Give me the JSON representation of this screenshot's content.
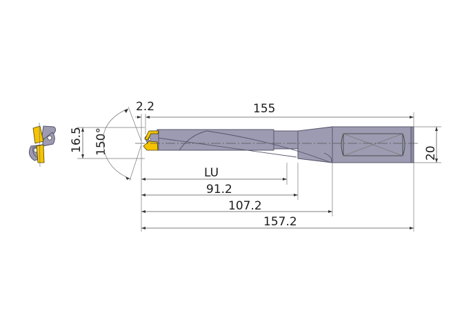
{
  "drawing": {
    "subject": "Indexable insert drill",
    "colors": {
      "body": "#9c9bb1",
      "insert": "#f5c400",
      "outline": "#55546a",
      "dimension_line": "#555555"
    },
    "dimensions": {
      "point_offset": "2.2",
      "overall_from_tip_to_shank_end": "155",
      "cutting_diameter": "16.5",
      "point_angle": "150°",
      "shank_diameter": "20",
      "usable_length_label": "LU",
      "length_to_flute_end": "91.2",
      "length_to_shank_start": "107.2",
      "overall_length": "157.2"
    },
    "views": [
      "end-view",
      "side-view"
    ]
  }
}
